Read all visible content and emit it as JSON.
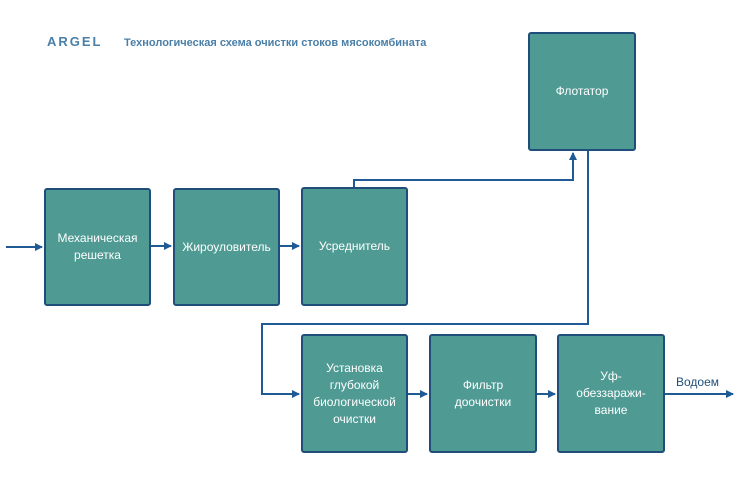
{
  "header": {
    "brand": "ARGEL",
    "title": "Технологическая схема очистки стоков мясокомбината"
  },
  "nodes": {
    "grid": "Механическая\nрешетка",
    "fat_trap": "Жироуловитель",
    "averager": "Усреднитель",
    "flotator": "Флотатор",
    "bio": "Установка\nглубокой\nбиологической\nочистки",
    "filter": "Фильтр\nдоочистки",
    "uv": "Уф-\nобеззаражи-\nвание"
  },
  "outlet": {
    "label": "Водоем"
  },
  "colors": {
    "box_fill": "#4f9a93",
    "box_border": "#1f4e7a",
    "arrow": "#1f5a94",
    "header_text": "#4a7fa8"
  }
}
